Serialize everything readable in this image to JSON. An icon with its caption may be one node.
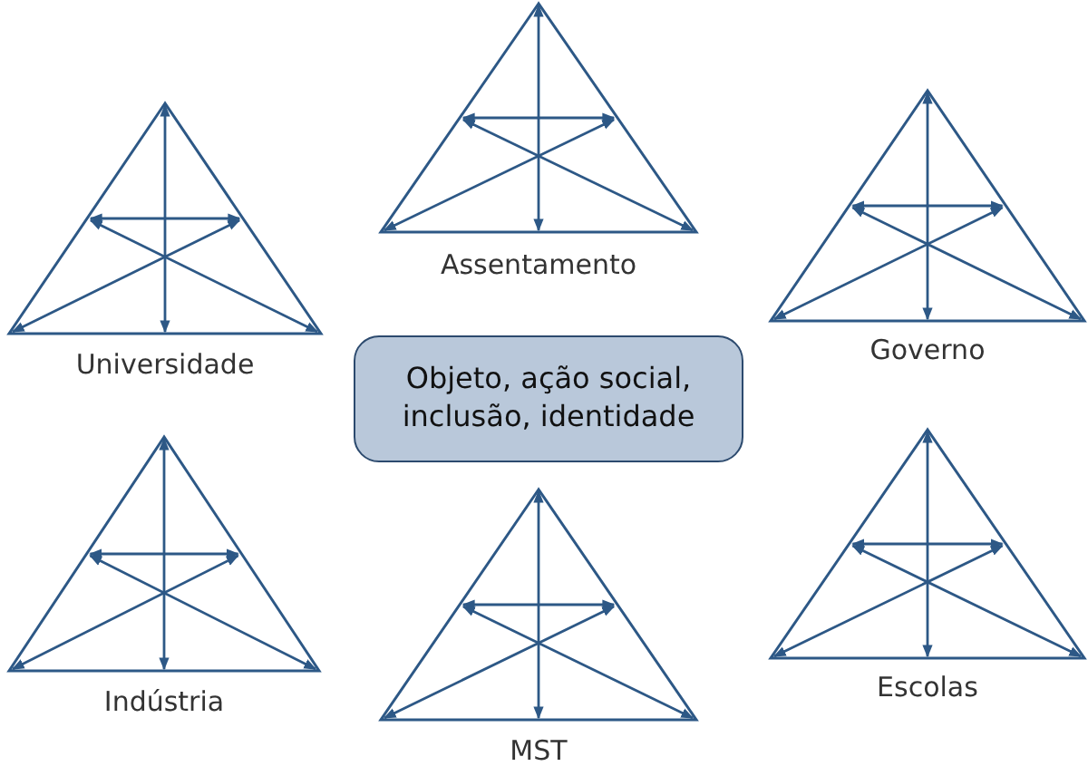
{
  "diagram": {
    "nodes": [
      {
        "text": [
          "Assentamento"
        ]
      },
      {
        "text": [
          "Universidade"
        ]
      },
      {
        "text": [
          "Governo"
        ]
      },
      {
        "text": [
          "Objeto, ação social, inclusão, identidade"
        ]
      },
      {
        "text": [
          "Indústria"
        ]
      },
      {
        "text": [
          "MST"
        ]
      },
      {
        "text": [
          "Escolas"
        ]
      }
    ],
    "edges": []
  }
}
